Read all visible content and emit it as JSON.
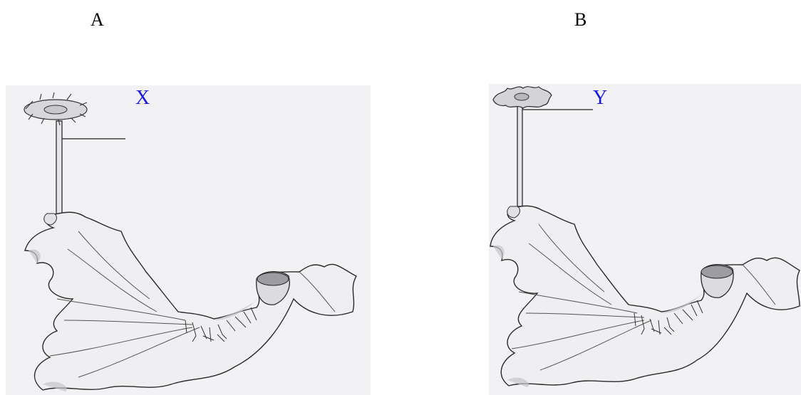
{
  "panels": [
    {
      "letter": "A",
      "label": "X"
    },
    {
      "letter": "B",
      "label": "Y"
    }
  ],
  "colors": {
    "label": "#1a1adc",
    "background_wash": "#f1f1f3",
    "outline": "#2a2a2a",
    "shade": "#bdbdc2"
  }
}
